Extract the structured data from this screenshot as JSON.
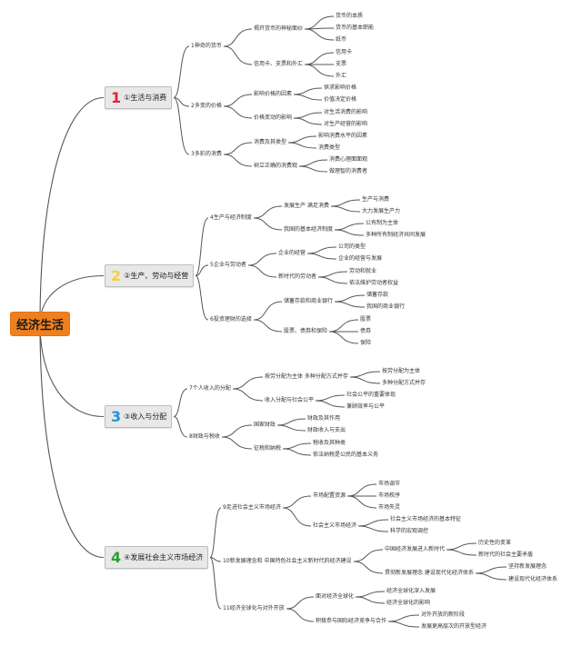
{
  "root": {
    "label": "经济生活",
    "color": "#f07f1d"
  },
  "branches": [
    {
      "num": "1",
      "num_color": "#e0233a",
      "label": "①生活与消费",
      "subs": [
        {
          "label": "1神奇的货币",
          "topics": [
            {
              "label": "揭开货币的神秘面纱",
              "leaves": [
                "货币的本质",
                "货币的基本职能",
                "纸币"
              ]
            },
            {
              "label": "信用卡、支票和外汇",
              "leaves": [
                "信用卡",
                "支票",
                "外汇"
              ]
            }
          ]
        },
        {
          "label": "2多变的价格",
          "topics": [
            {
              "label": "影响价格的因素",
              "leaves": [
                "供求影响价格",
                "价值决定价格"
              ]
            },
            {
              "label": "价格变动的影响",
              "leaves": [
                "对生活消费的影响",
                "对生产经营的影响"
              ]
            }
          ]
        },
        {
          "label": "3多彩的消费",
          "topics": [
            {
              "label": "消费及其类型",
              "leaves": [
                "影响消费水平的因素",
                "消费类型"
              ]
            },
            {
              "label": "树立正确的消费观",
              "leaves": [
                "消费心理面面观",
                "做理智的消费者"
              ]
            }
          ]
        }
      ]
    },
    {
      "num": "2",
      "num_color": "#f3d23a",
      "label": "②生产、劳动与经营",
      "subs": [
        {
          "label": "4生产与经济制度",
          "topics": [
            {
              "label": "发展生产 满足消费",
              "leaves": [
                "生产与消费",
                "大力发展生产力"
              ]
            },
            {
              "label": "我国的基本经济制度",
              "leaves": [
                "公有制为主体",
                "多种所有制经济共同发展"
              ]
            }
          ]
        },
        {
          "label": "5企业与劳动者",
          "topics": [
            {
              "label": "企业的经营",
              "leaves": [
                "公司的类型",
                "企业的经营与发展"
              ]
            },
            {
              "label": "新时代的劳动者",
              "leaves": [
                "劳动和就业",
                "依法维护劳动者权益"
              ]
            }
          ]
        },
        {
          "label": "6投资理财的选择",
          "topics": [
            {
              "label": "储蓄存款和商业银行",
              "leaves": [
                "储蓄存款",
                "我国的商业银行"
              ]
            },
            {
              "label": "股票、债券和保险",
              "leaves": [
                "股票",
                "债券",
                "保险"
              ]
            }
          ]
        }
      ]
    },
    {
      "num": "3",
      "num_color": "#2a8fd6",
      "label": "③收入与分配",
      "subs": [
        {
          "label": "7个人收入的分配",
          "topics": [
            {
              "label": "按劳分配为主体 多种分配方式并存",
              "leaves": [
                "按劳分配为主体",
                "多种分配方式并存"
              ]
            },
            {
              "label": "收入分配与社会公平",
              "leaves": [
                "社会公平的重要体现",
                "兼顾效率与公平"
              ]
            }
          ]
        },
        {
          "label": "8财政与税收",
          "topics": [
            {
              "label": "国家财政",
              "leaves": [
                "财政及其作用",
                "财政收入与支出"
              ]
            },
            {
              "label": "征税和纳税",
              "leaves": [
                "税收及其种类",
                "依法纳税是公民的基本义务"
              ]
            }
          ]
        }
      ]
    },
    {
      "num": "4",
      "num_color": "#2ea02e",
      "label": "④发展社会主义市场经济",
      "subs": [
        {
          "label": "9走进社会主义市场经济",
          "topics": [
            {
              "label": "市场配置资源",
              "leaves": [
                "市场调节",
                "市场秩序",
                "市场失灵"
              ]
            },
            {
              "label": "社会主义市场经济",
              "leaves": [
                "社会主义市场经济的基本特征",
                "科学的宏观调控"
              ]
            }
          ]
        },
        {
          "label": "10新发展理念和 中国特色社会主义新时代的经济建设",
          "topics": [
            {
              "label": "中国经济发展进入新时代",
              "leaves": [
                "历史性的变革",
                "新时代的社会主要矛盾"
              ]
            },
            {
              "label": "贯彻新发展理念 建设现代化经济体系",
              "leaves": [
                "坚持新发展理念",
                "建设现代化经济体系"
              ]
            }
          ]
        },
        {
          "label": "11经济全球化与对外开放",
          "topics": [
            {
              "label": "面对经济全球化",
              "leaves": [
                "经济全球化深入发展",
                "经济全球化的影响"
              ]
            },
            {
              "label": "积极参与国际经济竞争与合作",
              "leaves": [
                "对外开放的新阶段",
                "发展更高层次的开放型经济"
              ]
            }
          ]
        }
      ]
    }
  ]
}
